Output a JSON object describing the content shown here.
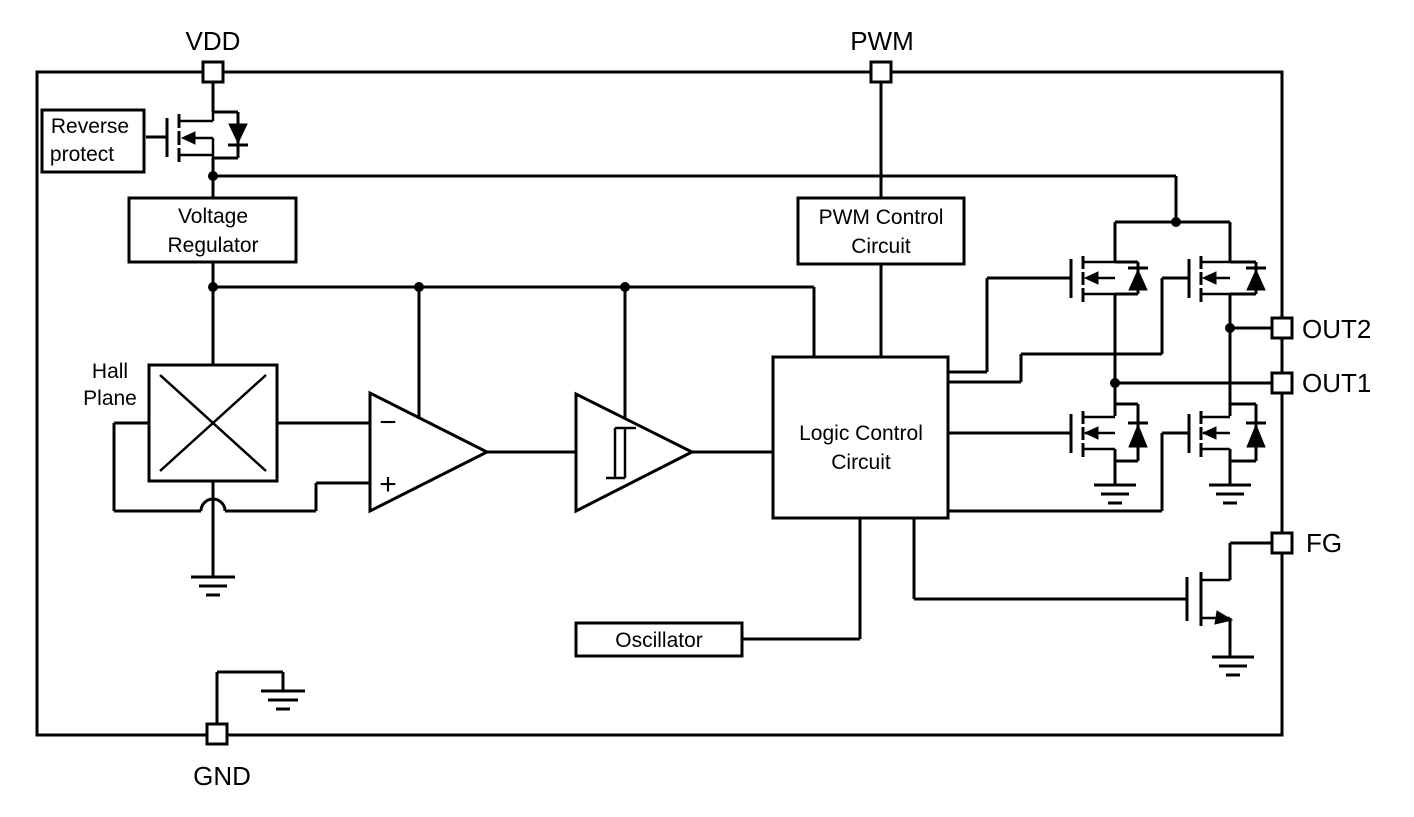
{
  "pins": {
    "vdd": "VDD",
    "pwm": "PWM",
    "out2": "OUT2",
    "out1": "OUT1",
    "fg": "FG",
    "gnd": "GND"
  },
  "blocks": {
    "reverse_protect": [
      "Reverse",
      "protect"
    ],
    "voltage_regulator": [
      "Voltage",
      "Regulator"
    ],
    "hall_plane": [
      "Hall",
      "Plane"
    ],
    "pwm_control": [
      "PWM Control",
      "Circuit"
    ],
    "logic_control": [
      "Logic Control",
      "Circuit"
    ],
    "oscillator": "Oscillator"
  },
  "symbols": {
    "minus": "−",
    "plus": "+"
  }
}
